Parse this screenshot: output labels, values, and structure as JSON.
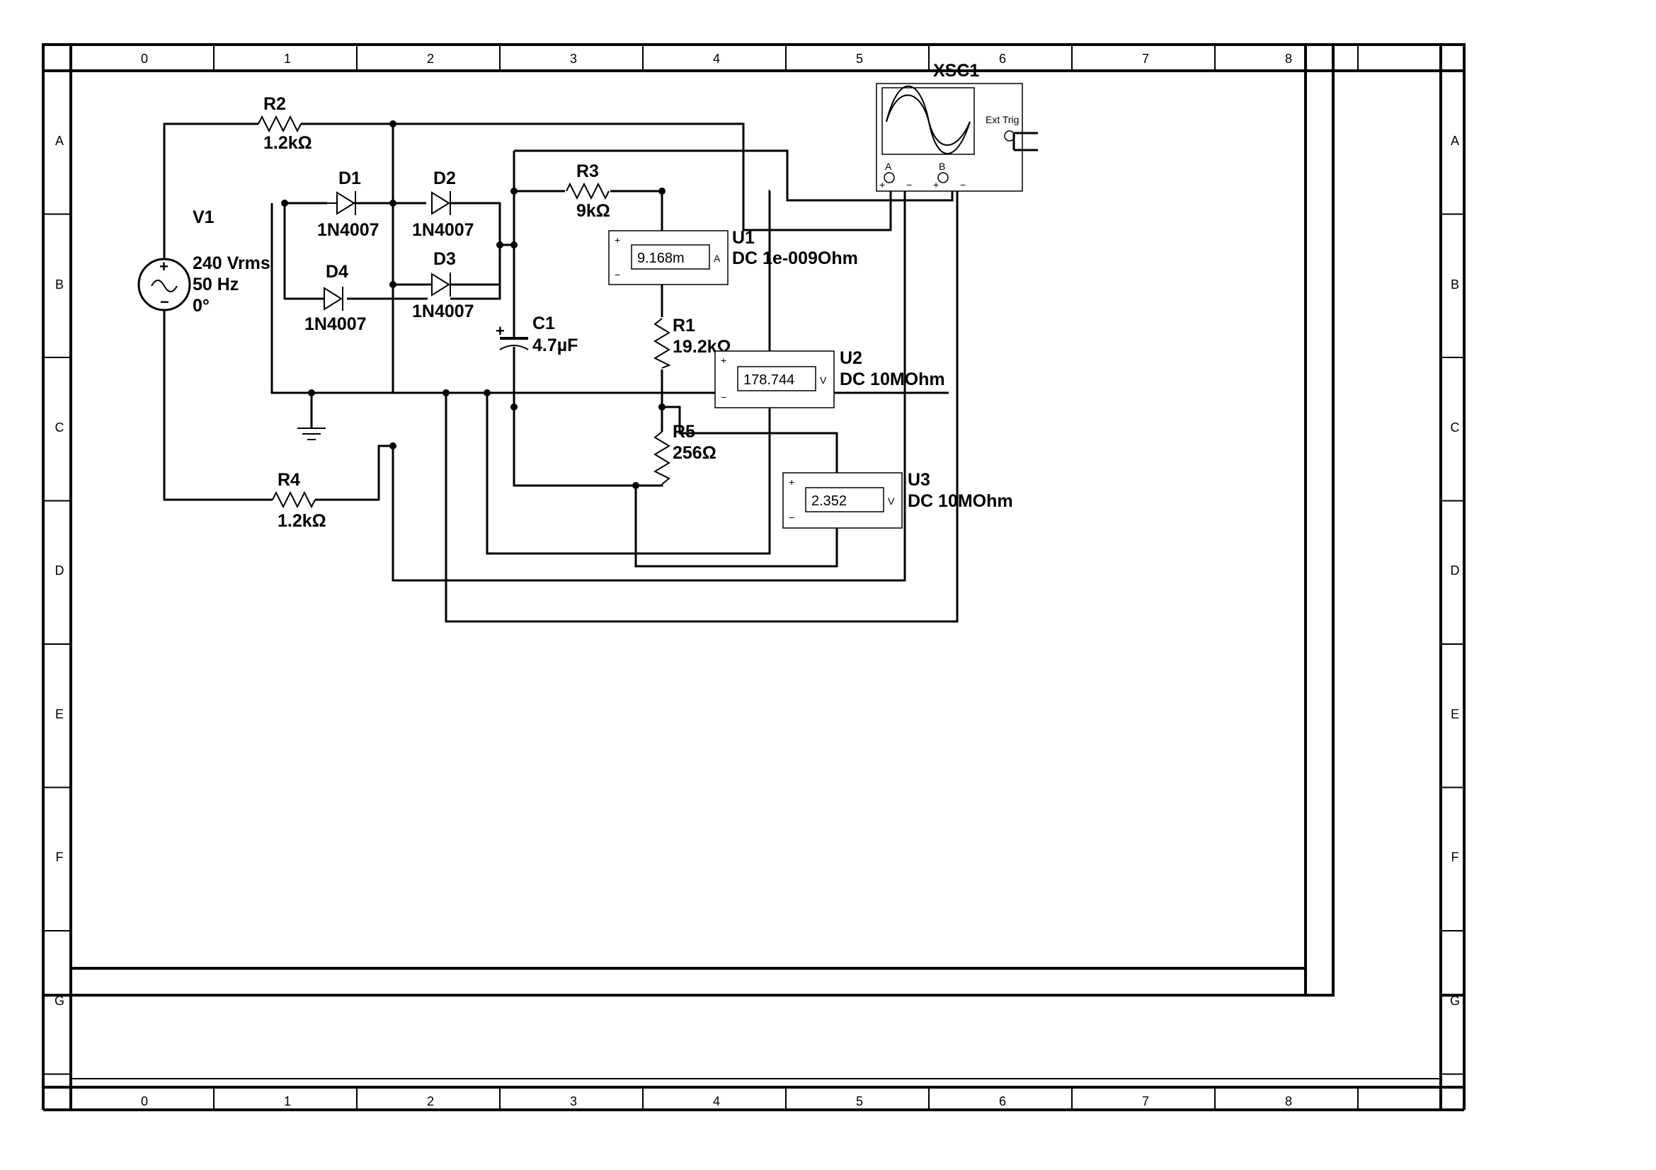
{
  "border": {
    "columns": [
      "0",
      "1",
      "2",
      "3",
      "4",
      "5",
      "6",
      "7",
      "8"
    ],
    "rows": [
      "A",
      "B",
      "C",
      "D",
      "E",
      "F",
      "G"
    ]
  },
  "components": {
    "V1": {
      "ref": "V1",
      "voltage": "240 Vrms",
      "freq": "50 Hz",
      "phase": "0°"
    },
    "R2": {
      "ref": "R2",
      "value": "1.2kΩ"
    },
    "R4": {
      "ref": "R4",
      "value": "1.2kΩ"
    },
    "D1": {
      "ref": "D1",
      "model": "1N4007"
    },
    "D2": {
      "ref": "D2",
      "model": "1N4007"
    },
    "D3": {
      "ref": "D3",
      "model": "1N4007"
    },
    "D4": {
      "ref": "D4",
      "model": "1N4007"
    },
    "C1": {
      "ref": "C1",
      "value": "4.7µF"
    },
    "R3": {
      "ref": "R3",
      "value": "9kΩ"
    },
    "R1": {
      "ref": "R1",
      "value": "19.2kΩ"
    },
    "R5": {
      "ref": "R5",
      "value": "256Ω"
    },
    "U1": {
      "ref": "U1",
      "mode": "DC  1e-009Ohm",
      "reading": "9.168m",
      "unit": "A"
    },
    "U2": {
      "ref": "U2",
      "mode": "DC  10MOhm",
      "reading": "178.744",
      "unit": "V"
    },
    "U3": {
      "ref": "U3",
      "mode": "DC  10MOhm",
      "reading": "2.352",
      "unit": "V"
    },
    "XSC1": {
      "ref": "XSC1",
      "ext_trig": "Ext Trig",
      "ch_a": "A",
      "ch_b": "B"
    }
  }
}
